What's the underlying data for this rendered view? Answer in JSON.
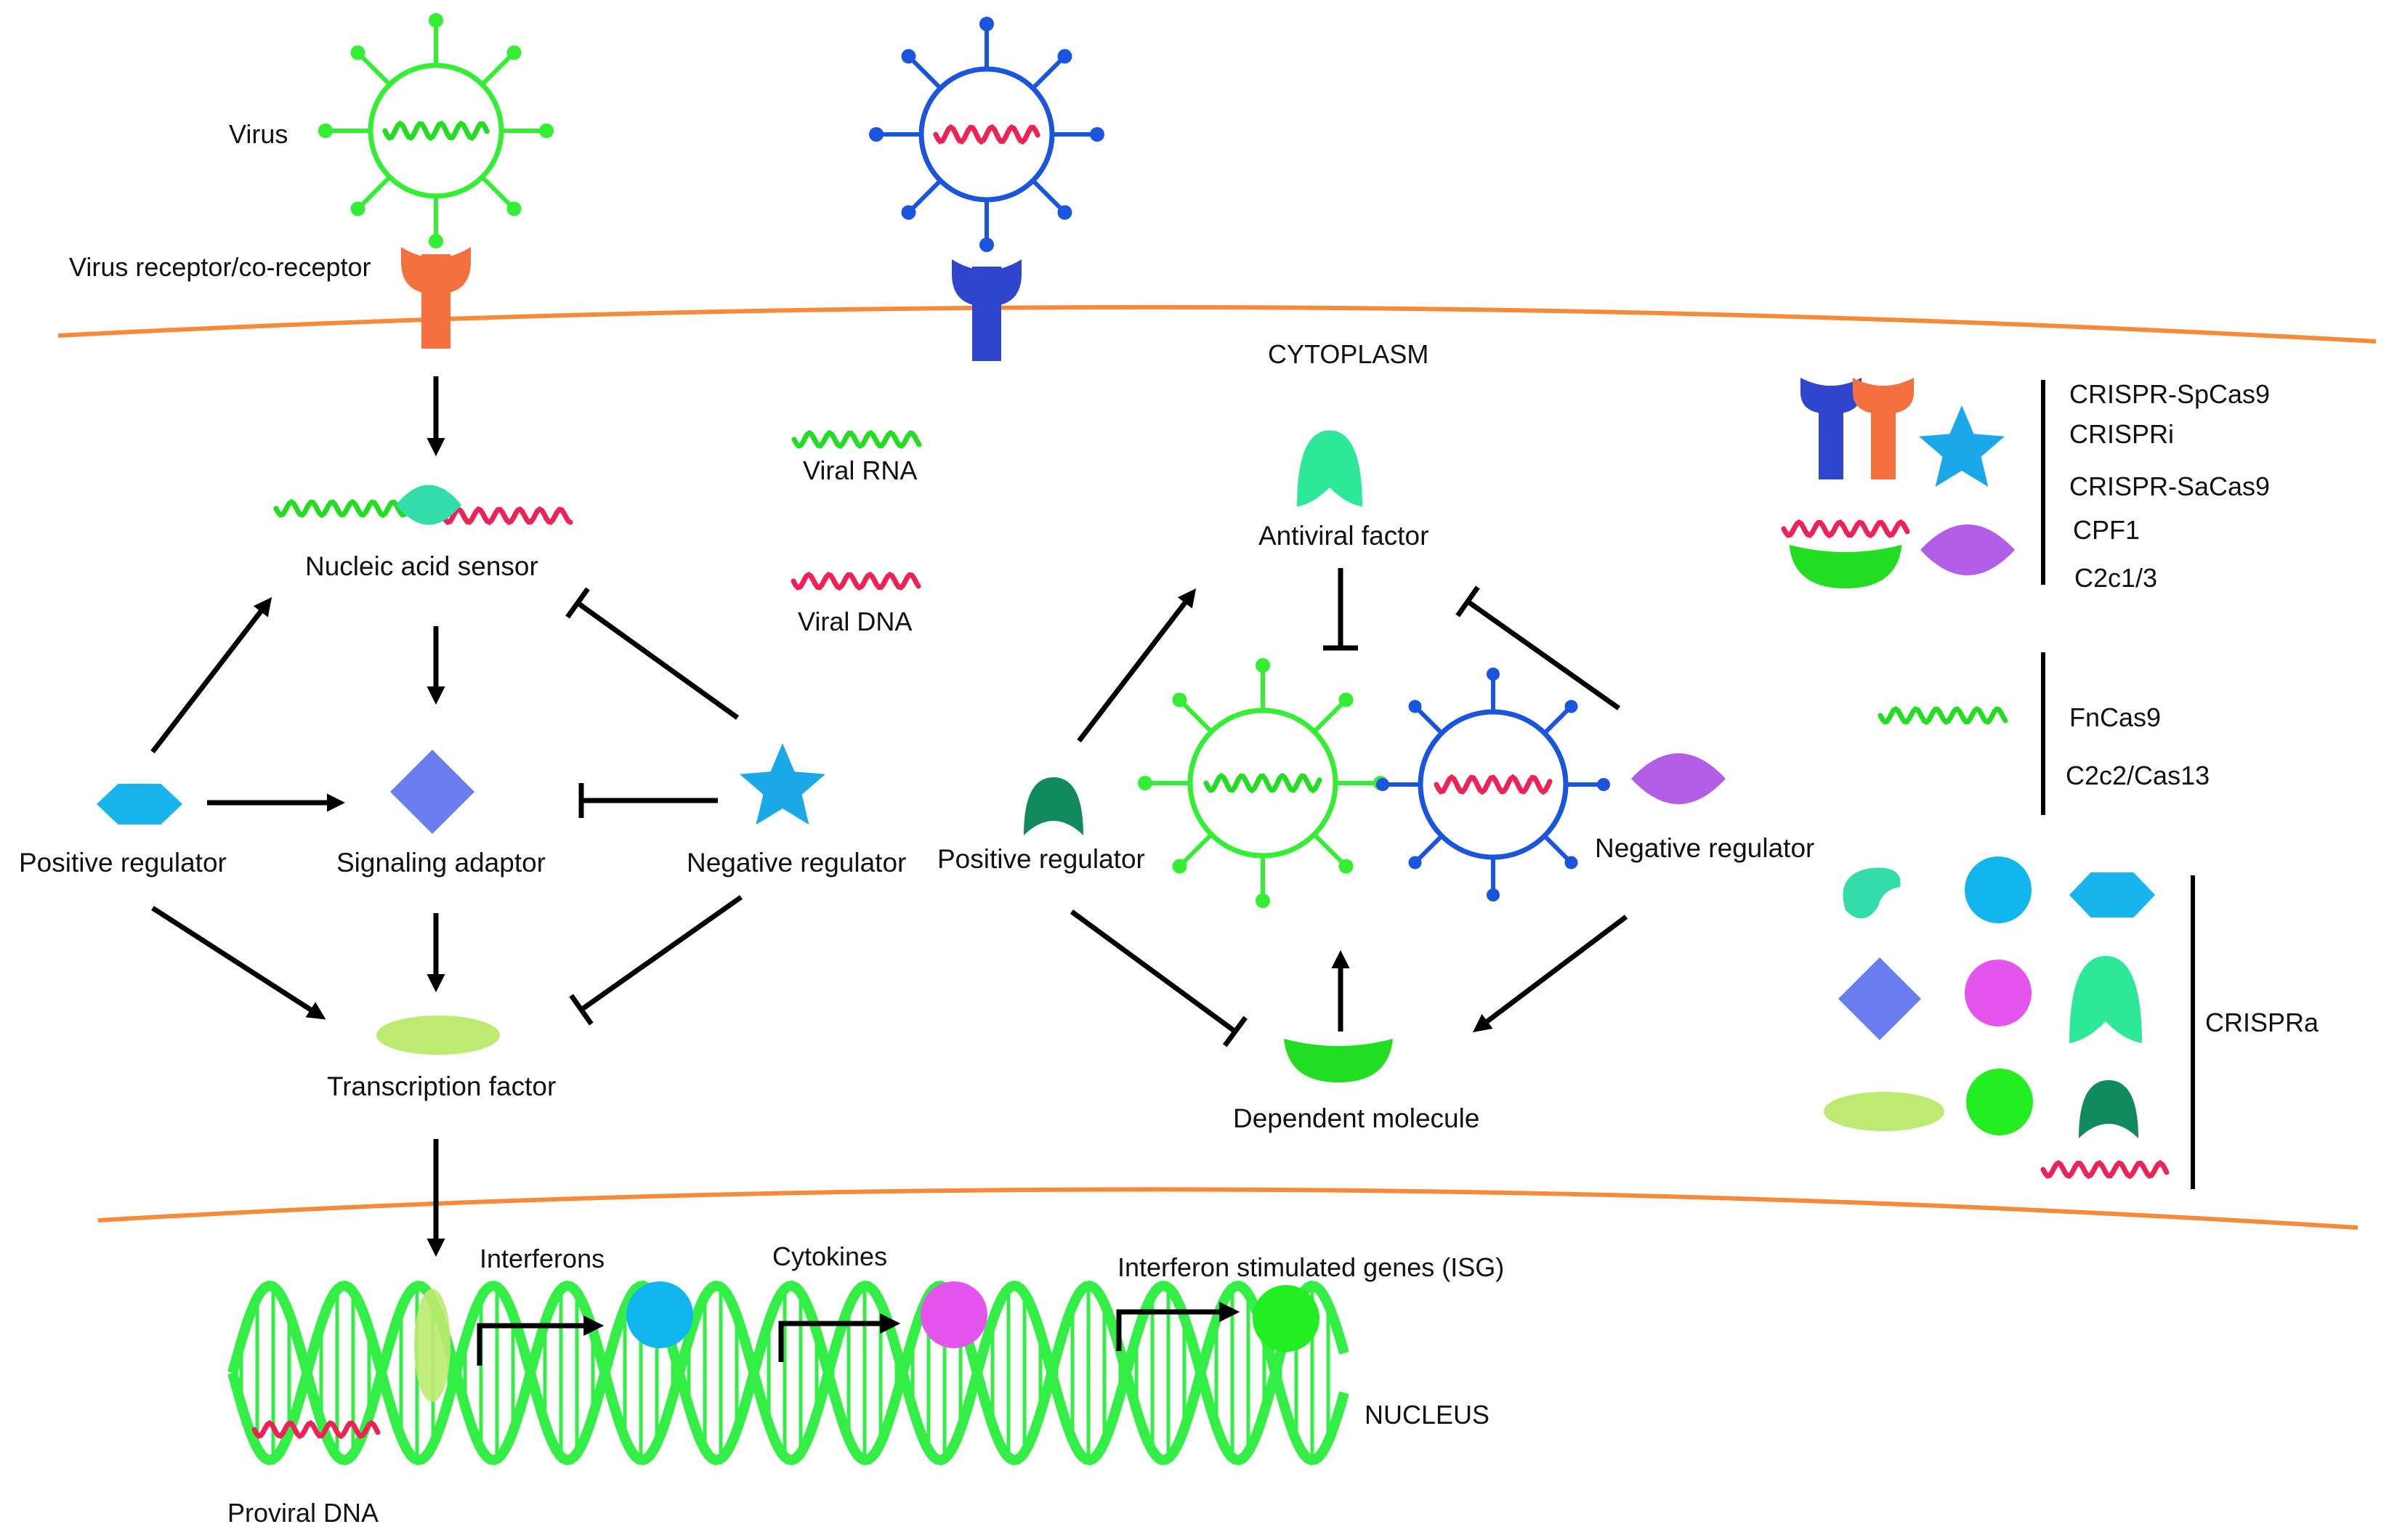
{
  "labels": {
    "virus": "Virus",
    "virus_receptor": "Virus receptor/co-receptor",
    "cytoplasm": "CYTOPLASM",
    "viral_rna": "Viral RNA",
    "viral_dna": "Viral DNA",
    "nucleic_acid_sensor": "Nucleic acid sensor",
    "signaling_adaptor": "Signaling adaptor",
    "positive_regulator_left": "Positive regulator",
    "negative_regulator_left": "Negative regulator",
    "transcription_factor": "Transcription factor",
    "antiviral_factor": "Antiviral factor",
    "positive_regulator_mid": "Positive regulator",
    "negative_regulator_mid": "Negative regulator",
    "dependent_molecule": "Dependent molecule",
    "interferons": "Interferons",
    "cytokines": "Cytokines",
    "isg": "Interferon stimulated genes (ISG)",
    "nucleus": "NUCLEUS",
    "proviral_dna": "Proviral DNA"
  },
  "legend": {
    "group1": [
      "CRISPR-SpCas9",
      "CRISPRi",
      "CRISPR-SaCas9",
      "CPF1",
      "C2c1/3"
    ],
    "group2": [
      "FnCas9",
      "C2c2/Cas13"
    ],
    "group3": "CRISPRa"
  },
  "colors": {
    "membrane": "#f58b3a",
    "virus_green": "#33ee33",
    "virus_blue": "#1a55dd",
    "rna_green": "#22dd22",
    "dna_red": "#ee2255",
    "receptor_orange": "#f5703f",
    "receptor_blue": "#2f45cc",
    "sensor_teal": "#33ddaa",
    "adaptor_blue": "#6a7ef0",
    "regulator_cyan": "#18b4ee",
    "star_blue": "#1aa8e8",
    "tf_lime": "#bdea70",
    "antiviral_green": "#2ee89a",
    "pos_reg_darkgreen": "#118a5e",
    "neg_reg_purple": "#b25ee8",
    "dependent_green": "#22dd22",
    "interferon_cyan": "#11b6ee",
    "cytokine_magenta": "#e455ee",
    "isg_green": "#22ee22",
    "dna_helix": "#33ee44"
  },
  "icons": [
    "virus-icon",
    "receptor-icon",
    "star-icon",
    "hexagon-icon",
    "diamond-icon",
    "arrow-icon",
    "inhibit-icon",
    "dna-helix-icon"
  ]
}
